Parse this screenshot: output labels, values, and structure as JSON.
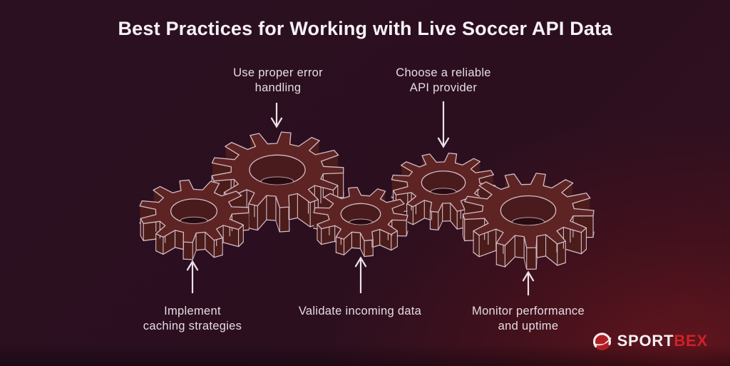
{
  "title": "Best Practices for Working with Live Soccer API Data",
  "callouts": [
    {
      "id": "error-handling",
      "text": "Use proper error\nhandling",
      "arrow": "down"
    },
    {
      "id": "api-provider",
      "text": "Choose a reliable\nAPI provider",
      "arrow": "down"
    },
    {
      "id": "caching",
      "text": "Implement\ncaching strategies",
      "arrow": "up"
    },
    {
      "id": "validate",
      "text": "Validate incoming data",
      "arrow": "up"
    },
    {
      "id": "monitor",
      "text": "Monitor performance\nand uptime",
      "arrow": "up"
    }
  ],
  "logo": {
    "text_primary": "SPORT",
    "text_secondary": "BEX",
    "icon": "sportbex-ball-icon"
  },
  "colors": {
    "background_purple": "#2b1020",
    "background_glow_red": "#5d1316",
    "gear_top": "#5e2423",
    "gear_side": "#4c1c1b",
    "gear_outline": "#d2bdc7",
    "label_text": "#e6dbe2",
    "title_text": "#f8f2f6",
    "brand_red": "#cf2127"
  }
}
